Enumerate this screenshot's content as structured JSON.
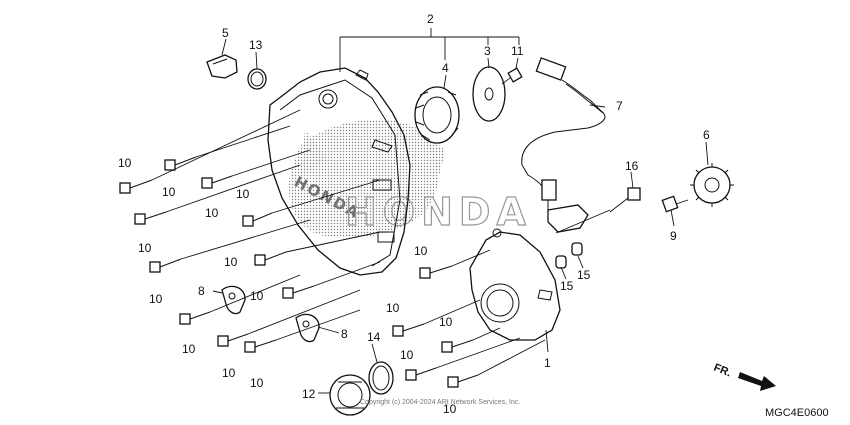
{
  "diagram": {
    "diagram_code": "MGC4E0600",
    "front_label": "FR.",
    "copyright": "Copyright (c) 2004-2024 ARI Network Services, Inc.",
    "watermark_text": "HONDA",
    "callouts": {
      "c1": "1",
      "c2": "2",
      "c3": "3",
      "c4": "4",
      "c5": "5",
      "c6": "6",
      "c7": "7",
      "c8a": "8",
      "c8b": "8",
      "c9": "9",
      "c10a": "10",
      "c10b": "10",
      "c10c": "10",
      "c10d": "10",
      "c10e": "10",
      "c10f": "10",
      "c10g": "10",
      "c10h": "10",
      "c10i": "10",
      "c10j": "10",
      "c10k": "10",
      "c10l": "10",
      "c10m": "10",
      "c10n": "10",
      "c10o": "10",
      "c10p": "10",
      "c11": "11",
      "c12": "12",
      "c13": "13",
      "c14": "14",
      "c15a": "15",
      "c15b": "15",
      "c16": "16"
    }
  }
}
